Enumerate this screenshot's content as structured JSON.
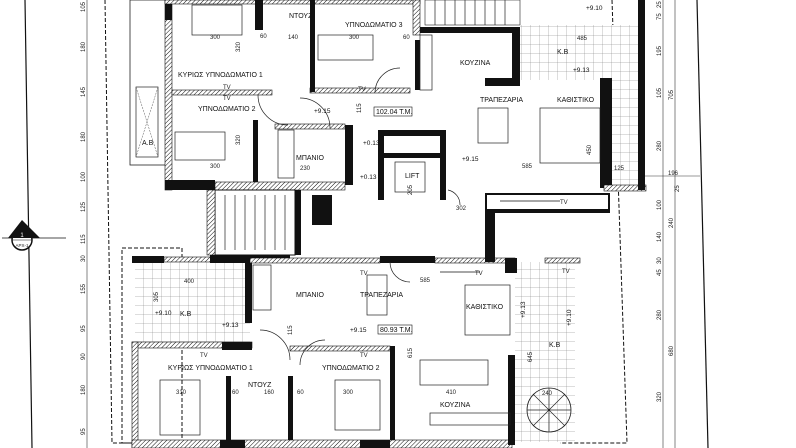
{
  "section_marker": {
    "number": "1",
    "ref": "ΑΡΧ-1"
  },
  "upper_apartment": {
    "area": "102.04 Τ.Μ.",
    "rooms": {
      "shower": "ΝΤΟΥΖ",
      "bedroom3": "ΥΠΝΟΔΩΜΑΤΙΟ 3",
      "master_bedroom": "ΚΥΡΙΩΣ ΥΠΝΟΔΩΜΑΤΙΟ 1",
      "bedroom2": "ΥΠΝΟΔΩΜΑΤΙΟ 2",
      "kitchen": "ΚΟΥΖΙΝΑ",
      "dining": "ΤΡΑΠΕΖΑΡΙΑ",
      "living": "ΚΑΘΙΣΤΙΚΟ",
      "veranda": "Κ.Β",
      "bathroom": "ΜΠΑΝΙΟ",
      "lift": "LIFT",
      "ab": "Α.Β"
    },
    "levels": [
      "+9.15",
      "+9.15",
      "+0.13",
      "+0.13",
      "+9.10",
      "+9.13"
    ],
    "dims": [
      "300",
      "300",
      "300",
      "320",
      "320",
      "230",
      "140",
      "60",
      "60",
      "585",
      "450",
      "485",
      "115",
      "125",
      "205",
      "302"
    ],
    "tv": [
      "TV",
      "TV",
      "TV",
      "TV"
    ]
  },
  "lower_apartment": {
    "area": "80.93 Τ.Μ.",
    "rooms": {
      "veranda_left": "Κ.Β",
      "bathroom": "ΜΠΑΝΙΟ",
      "dining": "ΤΡΑΠΕΖΑΡΙΑ",
      "living": "ΚΑΘΙΣΤΙΚΟ",
      "master_bedroom": "ΚΥΡΙΩΣ ΥΠΝΟΔΩΜΑΤΙΟ 1",
      "bedroom2": "ΥΠΝΟΔΩΜΑΤΙΟ 2",
      "shower": "ΝΤΟΥΖ",
      "kitchen": "ΚΟΥΖΙΝΑ",
      "veranda_right": "Κ.Β"
    },
    "levels": [
      "+9.10",
      "+9.13",
      "+9.15",
      "+9.13",
      "+9.10"
    ],
    "dims": [
      "400",
      "305",
      "310",
      "300",
      "410",
      "615",
      "645",
      "240",
      "585",
      "160",
      "60",
      "60",
      "115"
    ],
    "tv": [
      "TV",
      "TV",
      "TV",
      "TV",
      "TV"
    ]
  },
  "left_dimensions": [
    "105",
    "180",
    "145",
    "180",
    "100",
    "125",
    "115",
    "30",
    "155",
    "95",
    "90",
    "180",
    "95"
  ],
  "right_dimensions": [
    "25",
    "75",
    "195",
    "105",
    "280",
    "25",
    "100",
    "140",
    "30",
    "45",
    "280",
    "320"
  ],
  "right_totals": [
    "705",
    "196",
    "240",
    "680"
  ]
}
